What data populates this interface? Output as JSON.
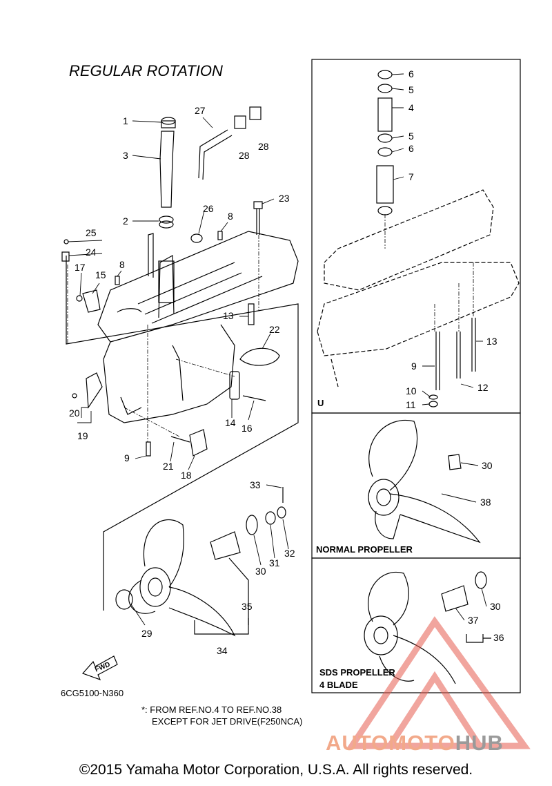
{
  "title": "REGULAR ROTATION",
  "diagram_code": "6CG5100-N360",
  "note_line1": "*: FROM REF.NO.4 TO REF.NO.38",
  "note_line2": "EXCEPT FOR JET DRIVE(F250NCA)",
  "copyright": "©2015 Yamaha Motor Corporation, U.S.A. All rights reserved.",
  "fwd_label": "FWD",
  "u_label": "U",
  "normal_propeller_label": "NORMAL PROPELLER",
  "sds_propeller_label_1": "SDS PROPELLER",
  "sds_propeller_label_2": "4 BLADE",
  "watermark": {
    "part1": "AUTOMOTO",
    "part2": "HUB"
  },
  "colors": {
    "line": "#000000",
    "watermark_red": "#e65c4f",
    "watermark_orange": "#f2a98a",
    "watermark_gray": "#9a9a9a"
  },
  "callouts": [
    {
      "id": "c1",
      "n": "1"
    },
    {
      "id": "c2",
      "n": "2"
    },
    {
      "id": "c3",
      "n": "3"
    },
    {
      "id": "c8a",
      "n": "8"
    },
    {
      "id": "c8b",
      "n": "8"
    },
    {
      "id": "c9a",
      "n": "9"
    },
    {
      "id": "c13a",
      "n": "13"
    },
    {
      "id": "c14",
      "n": "14"
    },
    {
      "id": "c15",
      "n": "15"
    },
    {
      "id": "c16",
      "n": "16"
    },
    {
      "id": "c17",
      "n": "17"
    },
    {
      "id": "c18",
      "n": "18"
    },
    {
      "id": "c19",
      "n": "19"
    },
    {
      "id": "c20",
      "n": "20"
    },
    {
      "id": "c21",
      "n": "21"
    },
    {
      "id": "c22",
      "n": "22"
    },
    {
      "id": "c23",
      "n": "23"
    },
    {
      "id": "c24",
      "n": "24"
    },
    {
      "id": "c25",
      "n": "25"
    },
    {
      "id": "c26",
      "n": "26"
    },
    {
      "id": "c27",
      "n": "27"
    },
    {
      "id": "c28a",
      "n": "28"
    },
    {
      "id": "c28b",
      "n": "28"
    },
    {
      "id": "c29",
      "n": "29"
    },
    {
      "id": "c30a",
      "n": "30"
    },
    {
      "id": "c31",
      "n": "31"
    },
    {
      "id": "c32",
      "n": "32"
    },
    {
      "id": "c33",
      "n": "33"
    },
    {
      "id": "c34",
      "n": "34"
    },
    {
      "id": "c35",
      "n": "35"
    },
    {
      "id": "c6a",
      "n": "6"
    },
    {
      "id": "c5a",
      "n": "5"
    },
    {
      "id": "c4",
      "n": "4"
    },
    {
      "id": "c5b",
      "n": "5"
    },
    {
      "id": "c6b",
      "n": "6"
    },
    {
      "id": "c7",
      "n": "7"
    },
    {
      "id": "c13b",
      "n": "13"
    },
    {
      "id": "c9b",
      "n": "9"
    },
    {
      "id": "c10",
      "n": "10"
    },
    {
      "id": "c11",
      "n": "11"
    },
    {
      "id": "c12",
      "n": "12"
    },
    {
      "id": "c30b",
      "n": "30"
    },
    {
      "id": "c38",
      "n": "38"
    },
    {
      "id": "c30c",
      "n": "30"
    },
    {
      "id": "c37",
      "n": "37"
    },
    {
      "id": "c36",
      "n": "36"
    }
  ]
}
